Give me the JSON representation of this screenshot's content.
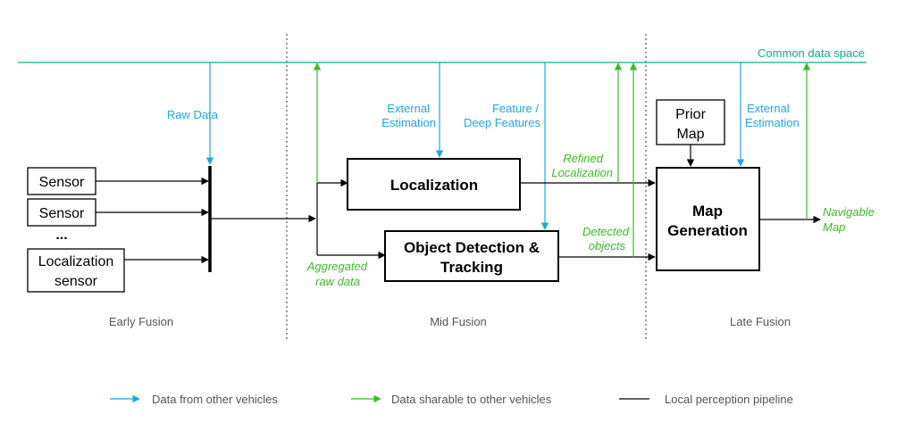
{
  "colors": {
    "blue": "#1ea5e6",
    "green": "#3dbb2b",
    "teal": "#14a98f",
    "black": "#000000"
  },
  "common_space": "Common data space",
  "stages": {
    "early": "Early Fusion",
    "mid": "Mid Fusion",
    "late": "Late Fusion"
  },
  "inputs": {
    "sensor1": "Sensor",
    "sensor2": "Sensor",
    "ellipsis": "...",
    "loc_sensor_line1": "Localization",
    "loc_sensor_line2": "sensor"
  },
  "boxes": {
    "localization": "Localization",
    "object_detection_line1": "Object Detection &",
    "object_detection_line2": "Tracking",
    "prior_map_line1": "Prior",
    "prior_map_line2": "Map",
    "map_generation_line1": "Map",
    "map_generation_line2": "Generation"
  },
  "labels": {
    "raw_data": "Raw Data",
    "external_estimation_line1": "External",
    "external_estimation_line2": "Estimation",
    "feature_line1": "Feature /",
    "feature_line2": "Deep Features",
    "refined_line1": "Refined",
    "refined_line2": "Localization",
    "detected_line1": "Detected",
    "detected_line2": "objects",
    "aggregated_line1": "Aggregated",
    "aggregated_line2": "raw data",
    "late_external_line1": "External",
    "late_external_line2": "Estimation",
    "navigable_line1": "Navigable",
    "navigable_line2": "Map"
  },
  "legend": {
    "blue": "Data from other vehicles",
    "green": "Data sharable to other vehicles",
    "black": "Local perception pipeline"
  }
}
